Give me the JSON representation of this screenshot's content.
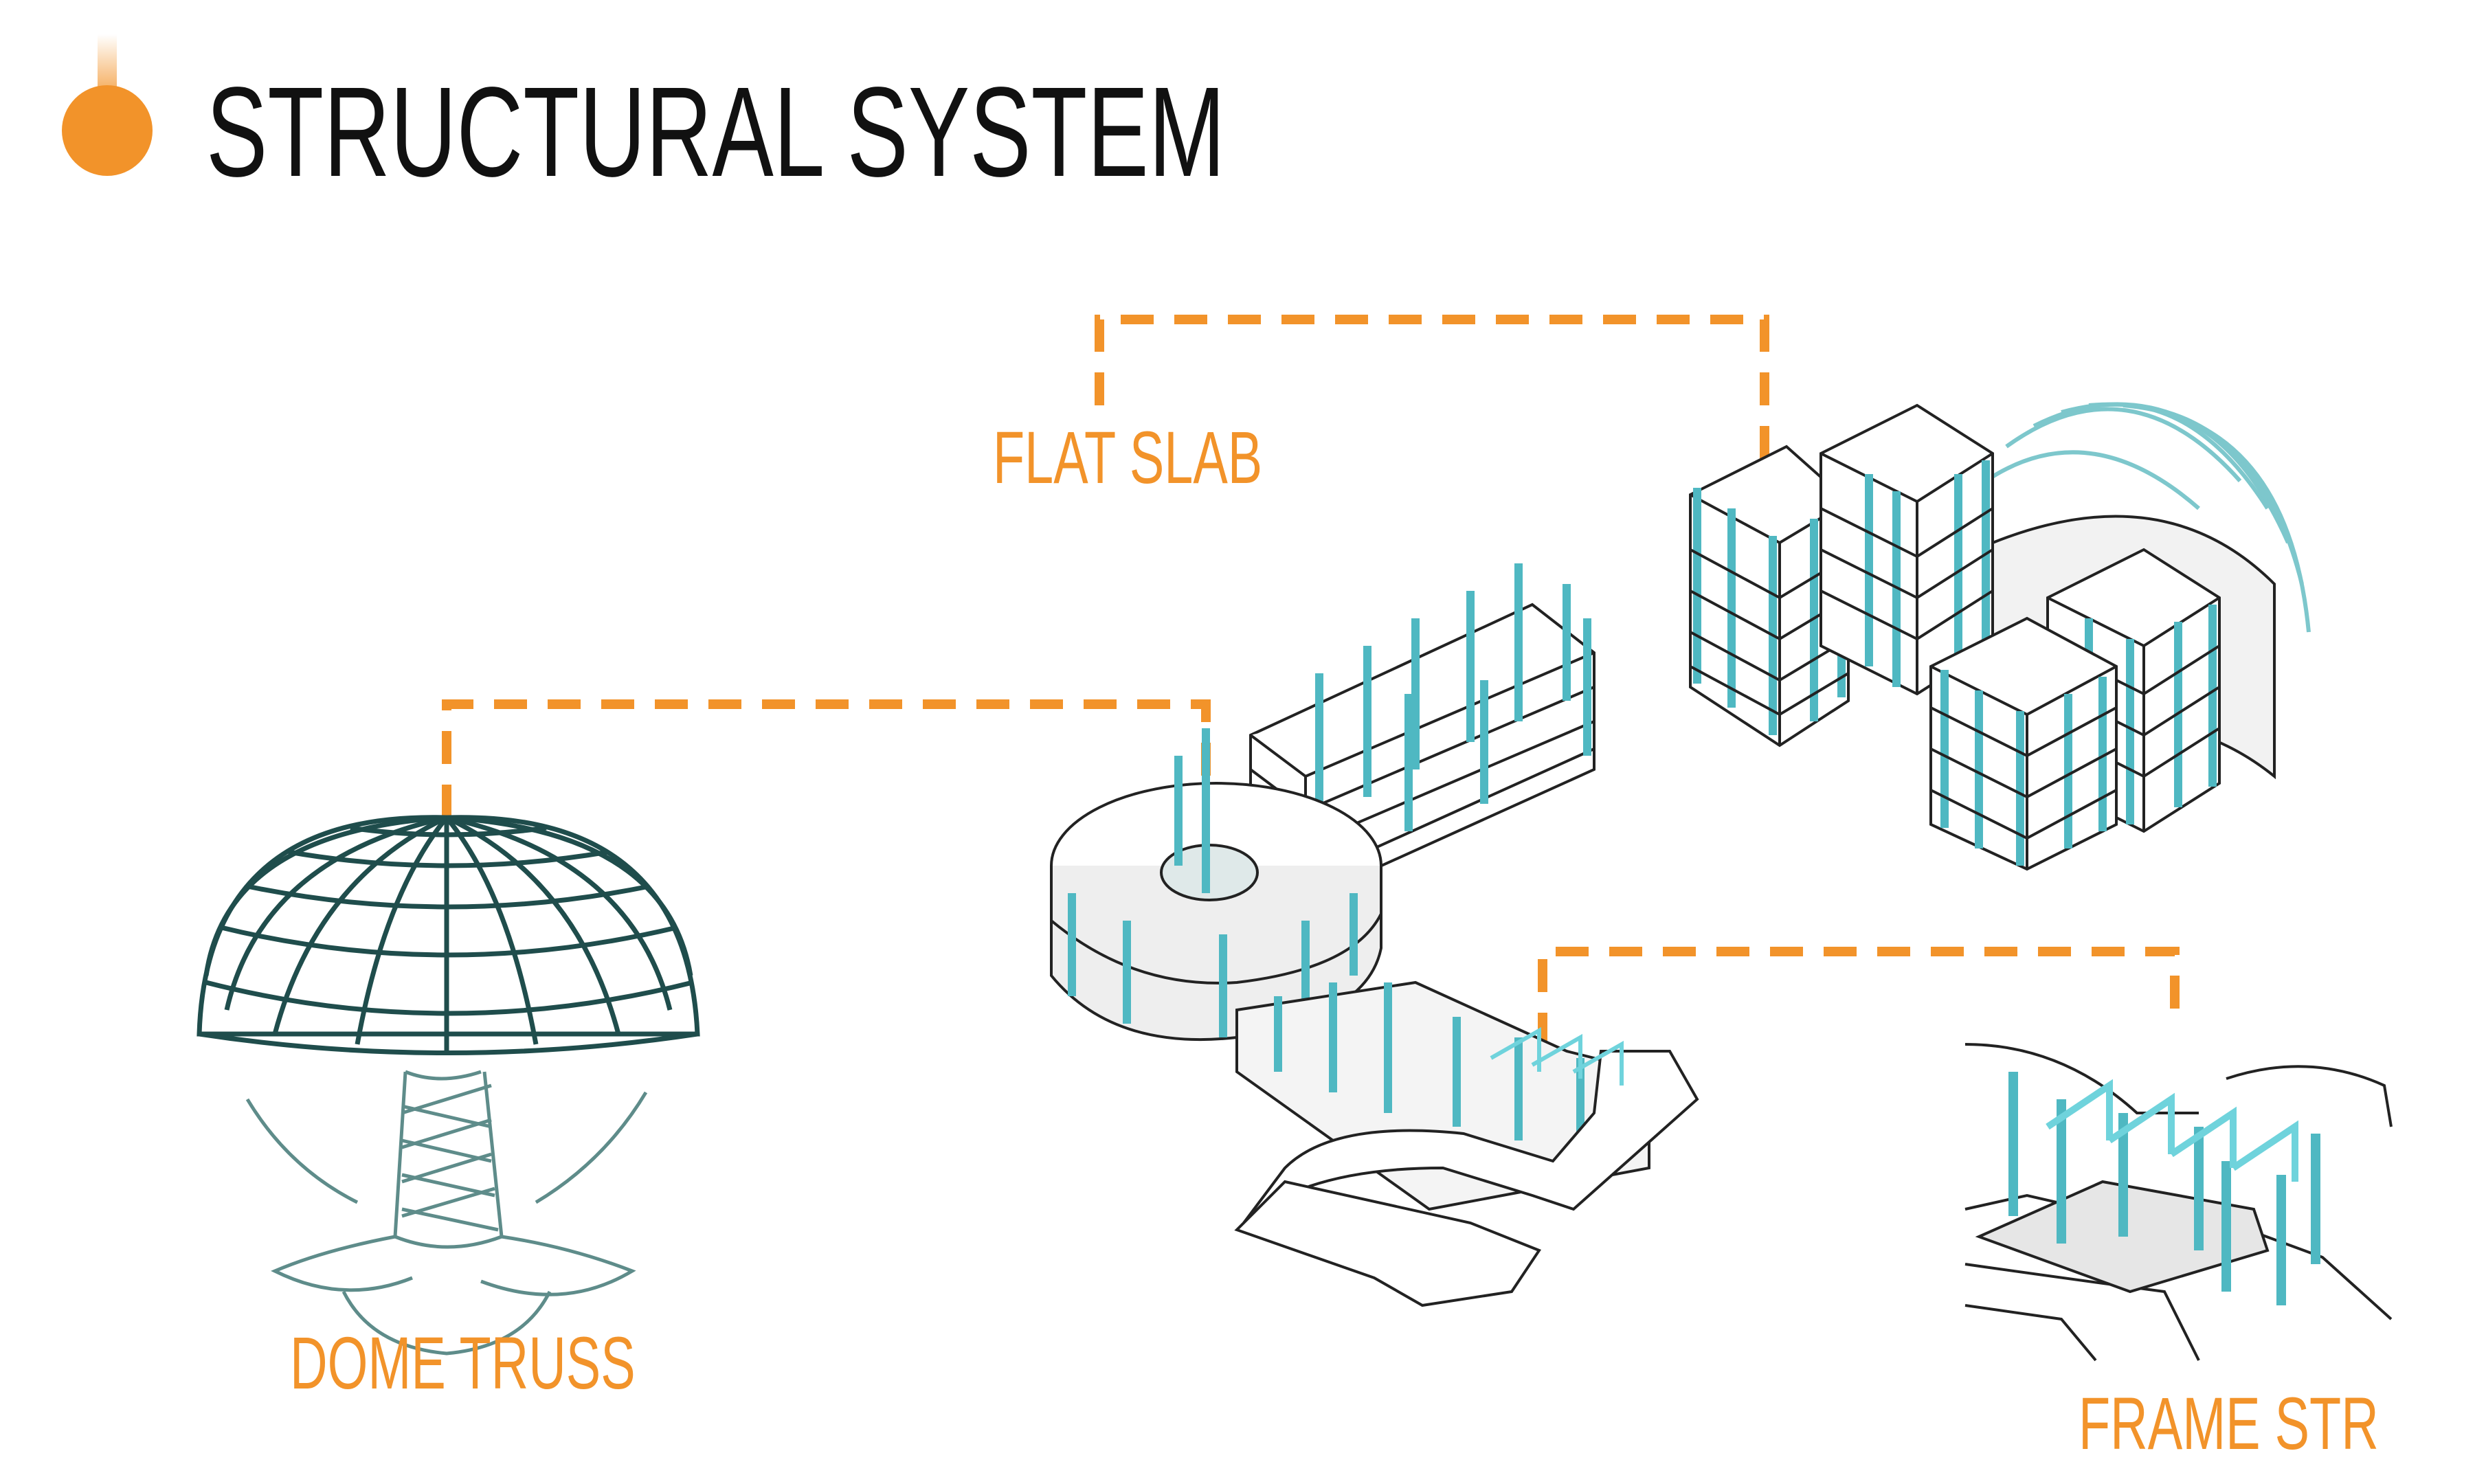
{
  "header": {
    "title": "STRUCTURAL SYSTEM"
  },
  "labels": {
    "flat_slab": "FLAT SLAB",
    "dome_truss": "DOME TRUSS",
    "frame_str": "FRAME STR"
  },
  "colors": {
    "accent_orange": "#F2932A",
    "column_teal": "#4FB8C2",
    "dome_dark": "#1F4D4C",
    "line_dark": "#222222"
  },
  "icons": {
    "title_marker": "orange-drop-icon"
  }
}
